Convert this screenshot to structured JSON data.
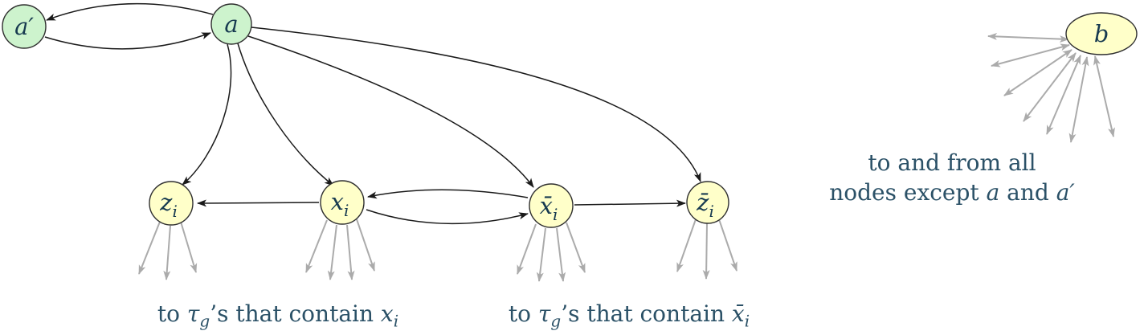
{
  "diagram": {
    "nodes": {
      "a_prime": {
        "label": "a′",
        "color": "#cdf3cd"
      },
      "a": {
        "label": "a",
        "color": "#cdf3cd"
      },
      "z": {
        "main": "z",
        "sub": "i",
        "color": "#ffffc9"
      },
      "x": {
        "main": "x",
        "sub": "i",
        "color": "#ffffc9"
      },
      "xbar": {
        "main": "x̄",
        "sub": "i",
        "color": "#ffffc9"
      },
      "zbar": {
        "main": "z̄",
        "sub": "i",
        "color": "#ffffc9"
      },
      "b": {
        "label": "b",
        "color": "#ffffc9"
      }
    },
    "edges": [
      {
        "from": "a",
        "to": "a_prime",
        "bidirectional": true,
        "style": "black"
      },
      {
        "from": "a",
        "to": "z_i",
        "bidirectional": false,
        "style": "black"
      },
      {
        "from": "a",
        "to": "x_i",
        "bidirectional": false,
        "style": "black"
      },
      {
        "from": "a",
        "to": "xbar_i",
        "bidirectional": false,
        "style": "black"
      },
      {
        "from": "a",
        "to": "zbar_i",
        "bidirectional": false,
        "style": "black"
      },
      {
        "from": "x_i",
        "to": "z_i",
        "bidirectional": false,
        "style": "black"
      },
      {
        "from": "x_i",
        "to": "xbar_i",
        "bidirectional": true,
        "style": "black"
      },
      {
        "from": "xbar_i",
        "to": "zbar_i",
        "bidirectional": false,
        "style": "black"
      }
    ],
    "fans": [
      {
        "node": "z_i",
        "arrows": 3,
        "direction": "down",
        "bidirectional": false
      },
      {
        "node": "x_i",
        "arrows": 4,
        "direction": "down",
        "bidirectional": false
      },
      {
        "node": "xbar_i",
        "arrows": 4,
        "direction": "down",
        "bidirectional": false
      },
      {
        "node": "zbar_i",
        "arrows": 3,
        "direction": "down",
        "bidirectional": false
      },
      {
        "node": "b",
        "arrows": 7,
        "direction": "lower-left",
        "bidirectional": true
      }
    ],
    "captions": {
      "left": {
        "t0": "to ",
        "tau": "τ",
        "tau_sub": "g",
        "t1": "’s that contain ",
        "var": "x",
        "var_sub": "i"
      },
      "mid": {
        "t0": "to ",
        "tau": "τ",
        "tau_sub": "g",
        "t1": "’s that contain ",
        "var": "x̄",
        "var_sub": "i"
      },
      "right": {
        "line1": "to and from all",
        "n0": "nodes except ",
        "a1": "a",
        "n1": " and ",
        "a2": "a′"
      }
    },
    "colors": {
      "green_node": "#cdf3cd",
      "yellow_node": "#ffffc9",
      "node_border": "#2f2f2f",
      "edge_black": "#1a1a1a",
      "edge_gray": "#ababab",
      "text": "#2b5167"
    }
  }
}
